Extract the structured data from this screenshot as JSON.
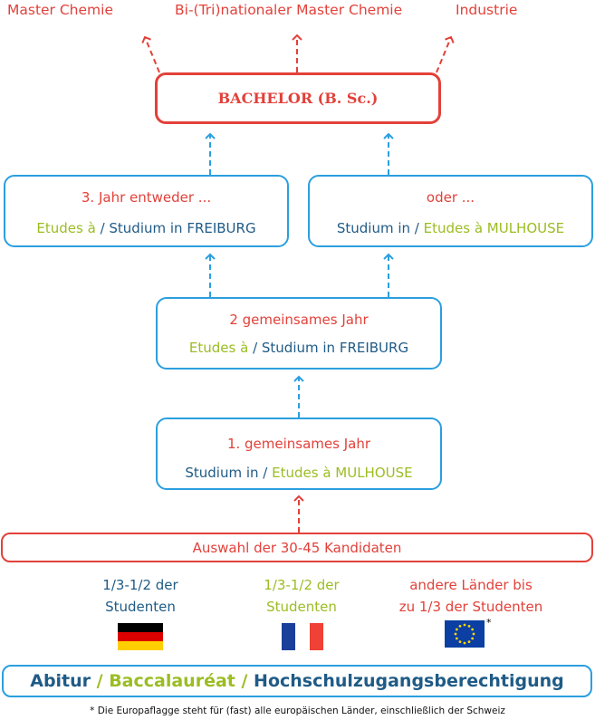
{
  "outcomes": [
    "Master Chemie",
    "Bi-(Tri)nationaler Master Chemie",
    "Industrie"
  ],
  "bachelor": "BACHELOR (B. Sc.)",
  "year3_left": {
    "title": "3. Jahr entweder ...",
    "part_fr": "Etudes à",
    "sep": " / ",
    "part_de": "Studium in FREIBURG"
  },
  "year3_right": {
    "title": "oder ...",
    "part_de": "Studium in",
    "sep": " / ",
    "part_fr": "Etudes à MULHOUSE"
  },
  "year2": {
    "title": "2 gemeinsames Jahr",
    "part_fr": "Etudes à",
    "sep": " / ",
    "part_de": "Studium in FREIBURG"
  },
  "year1": {
    "title": "1. gemeinsames Jahr",
    "part_de": "Studium in",
    "sep": " / ",
    "part_fr": "Etudes à MULHOUSE"
  },
  "selection": "Auswahl der 30-45 Kandidaten",
  "groups": {
    "germany": {
      "line1": "1/3-1/2 der",
      "line2": "Studenten",
      "flag": "germany-flag"
    },
    "france": {
      "line1": "1/3-1/2 der",
      "line2": "Studenten",
      "flag": "france-flag"
    },
    "others": {
      "line1": "andere Länder bis",
      "line2": "zu 1/3 der Studenten",
      "flag": "eu-flag",
      "mark": "*"
    }
  },
  "qualification": {
    "abitur": "Abitur",
    "sep1": " / ",
    "bac": "Baccalauréat",
    "sep2": " / ",
    "hzb": "Hochschulzugangsberechtigung"
  },
  "footnote": "* Die Europaflagge steht für (fast) alle europäischen Länder, einschließlich der Schweiz",
  "colors": {
    "red": "#e2413a",
    "green": "#9bbd23",
    "blue": "#1f5b86",
    "cyan": "#2b9fdf"
  }
}
